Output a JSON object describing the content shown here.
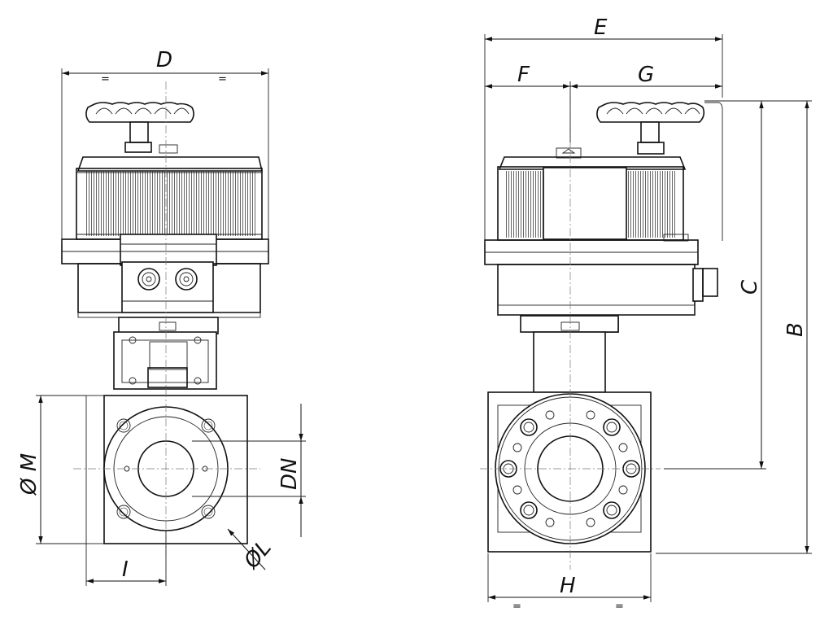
{
  "labels": {
    "D": "D",
    "E": "E",
    "F": "F",
    "G": "G",
    "B": "B",
    "C": "C",
    "H": "H",
    "I": "I",
    "DN": "DN",
    "L": "ØL",
    "M": "Ø M",
    "eq": "="
  }
}
